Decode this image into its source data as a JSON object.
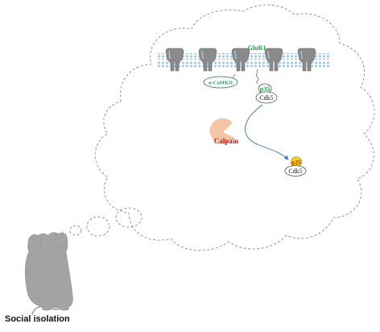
{
  "labels": {
    "glur1": "GluR1",
    "camkii": "α-CaMKII",
    "p35": "p35",
    "cdk5_top": "Cdk5",
    "calpain": "Calpain",
    "p25": "p25",
    "cdk5_bottom": "Cdk5",
    "caption": "Social isolation"
  },
  "colors": {
    "glur1_text": "#1e9e4a",
    "camkii_text": "#1e9e4a",
    "p35_text": "#1e9e4a",
    "calpain_text": "#e0101a",
    "p25_text": "#e0101a",
    "calpain_fill": "#f6c5a6",
    "p25_fill": "#f3d21e",
    "membrane": "#9cc9ea",
    "receptor": "#8a8a8a",
    "mouse": "#a3a3a3",
    "arrow": "#3b6ea8"
  },
  "icons": {
    "mouse": "mouse-icon",
    "receptor": "glutamate-receptor-icon",
    "calpain": "pac-man-shape"
  },
  "receptor_count": 5
}
